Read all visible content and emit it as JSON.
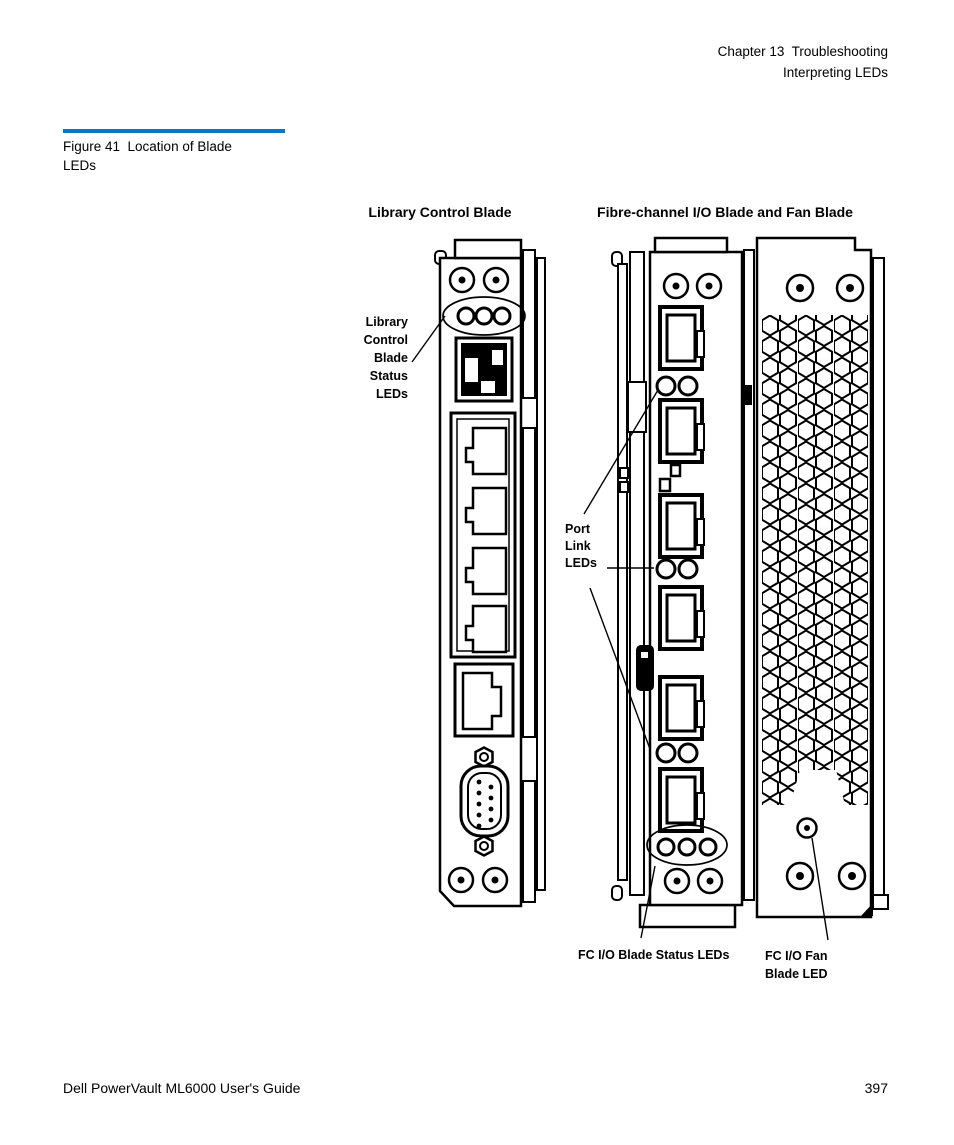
{
  "page": {
    "background": "#ffffff",
    "line_art_color": "#000000"
  },
  "header": {
    "chapter_line": "Chapter 13  Troubleshooting",
    "section_line": "Interpreting LEDs"
  },
  "figure_caption": {
    "rule_color": "#0e76bc",
    "line1": "Figure 41  Location of Blade",
    "line2": "LEDs"
  },
  "diagram": {
    "titles": {
      "library_control_blade": "Library Control Blade",
      "fc_io_and_fan_blade": "Fibre-channel I/O Blade and Fan Blade"
    },
    "callouts": {
      "lcb_status_lines": [
        "Library",
        "Control",
        "Blade",
        "Status",
        "LEDs"
      ],
      "port_link_lines": [
        "Port",
        "Link",
        "LEDs"
      ],
      "fc_blade_status": "FC I/O Blade Status LEDs",
      "fan_blade_lines": [
        "FC I/O Fan",
        "Blade LED"
      ]
    },
    "icons": {
      "thumbscrew": "thumbscrew-icon",
      "status_led": "led-icon",
      "port_link_led": "led-icon",
      "sfp_port": "sfp-port-icon",
      "ethernet_port": "ethernet-port-icon",
      "rj11_jack": "rj11-jack-icon",
      "serial_db9": "serial-db9-icon",
      "fan_grille": "honeycomb-grille",
      "fan_led": "fan-led-icon",
      "led_highlight": "callout-ellipse"
    }
  },
  "footer": {
    "doc_title": "Dell PowerVault ML6000 User's Guide",
    "page_number": "397"
  }
}
